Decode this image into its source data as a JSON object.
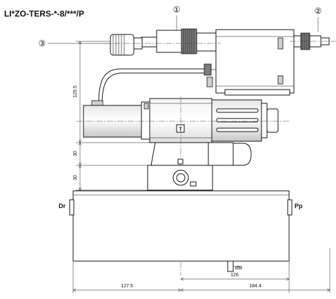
{
  "title": "LI*ZO-TERS-*-8/***/P",
  "callouts": [
    "①",
    "②",
    "③"
  ],
  "dims": {
    "height_upper": "129.5",
    "height_mid": "30",
    "height_low": "30",
    "bore": "ØB",
    "d126": "126",
    "d127": "127.5",
    "d184": "184.4"
  },
  "ports": {
    "drain": "Dr",
    "pilot": "Pp",
    "tank": "T"
  }
}
